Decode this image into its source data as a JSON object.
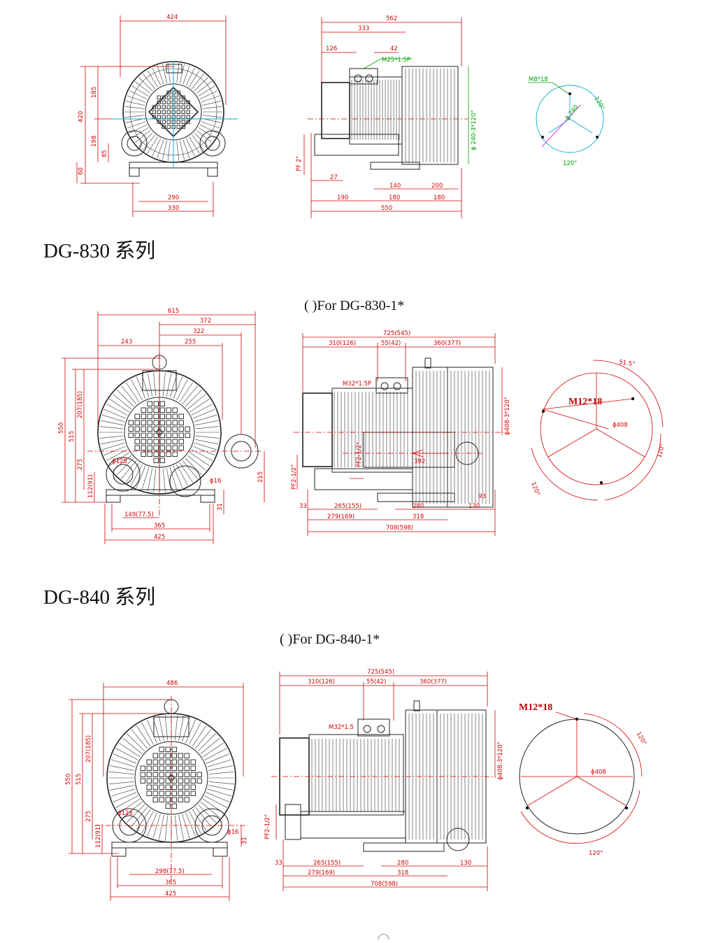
{
  "headings": {
    "dg830": "DG-830 系列",
    "dg840": "DG-840 系列"
  },
  "for_labels": {
    "dg830": "( )For DG-830-1*",
    "dg840": "( )For DG-840-1*"
  },
  "top_front": {
    "w424": "424",
    "h420": "420",
    "h185": "185",
    "h198": "198",
    "h85": "85",
    "h60": "60",
    "w290": "290",
    "w330": "330"
  },
  "top_side": {
    "w562": "562",
    "w333": "333",
    "w126": "126",
    "w42": "42",
    "m25": "M25*1.5P",
    "pf2": "PF 2\"",
    "w27": "27",
    "w140": "140",
    "w200": "200",
    "w190": "190",
    "w180a": "180",
    "w180b": "180",
    "w550": "550",
    "phi240": "ϕ 240-3*120°"
  },
  "top_flange": {
    "m8": "M8*18",
    "phi240": "ϕ 240",
    "a120a": "120°",
    "a120b": "120°"
  },
  "mid_front": {
    "w615": "615",
    "w372": "372",
    "w322": "322",
    "w243": "243",
    "w255": "255",
    "h550": "550",
    "h515": "515",
    "h207": "207(185)",
    "h275": "275",
    "h112": "112(91)",
    "d128": "ϕ128",
    "d16": "ϕ16",
    "h215": "215",
    "h31": "31",
    "w149": "149(77.5)",
    "w365": "365",
    "w425": "425"
  },
  "mid_side": {
    "w725": "725(545)",
    "w310": "310(126)",
    "w55": "55(42)",
    "w360": "360(377)",
    "m32": "M32*1.5P",
    "pf12a": "PF2-1/2\"",
    "pf12b": "PF2-1/2\"",
    "w392": "392",
    "phi408": "ϕ408-3*120°",
    "w33": "33",
    "w265": "265(155)",
    "w280": "280",
    "w130": "130",
    "w93": "93",
    "w279": "279(169)",
    "w318": "318",
    "w708": "708(598)"
  },
  "mid_flange": {
    "m12": "M12*18",
    "a515": "51.5°",
    "d408": "ϕ408",
    "a120a": "120°",
    "a120b": "120°"
  },
  "bot_front": {
    "w486": "486",
    "h550": "550",
    "h515": "515",
    "h207": "207(185)",
    "h275": "275",
    "h112": "112(91)",
    "d128": "ϕ128",
    "d16": "ϕ16",
    "h31": "31",
    "w298": "298(77.5)",
    "w365": "365",
    "w425": "425"
  },
  "bot_side": {
    "w725": "725(545)",
    "w310": "310(126)",
    "w55": "55(42)",
    "w360": "360(377)",
    "m32": "M32*1.5",
    "pf12": "PF2-1/2\"",
    "phi408": "ϕ408-3*120°",
    "w33": "33",
    "w265": "265(155)",
    "w280": "280",
    "w130": "130",
    "w279": "279(169)",
    "w318": "318",
    "w708": "708(598)"
  },
  "bot_flange": {
    "m12": "M12*18",
    "d408": "ϕ408",
    "a120a": "120°",
    "a120b": "120°"
  },
  "colors": {
    "dimension": "#d40000",
    "outline": "#222222",
    "green": "#00a000",
    "cyan": "#00b0d0"
  }
}
